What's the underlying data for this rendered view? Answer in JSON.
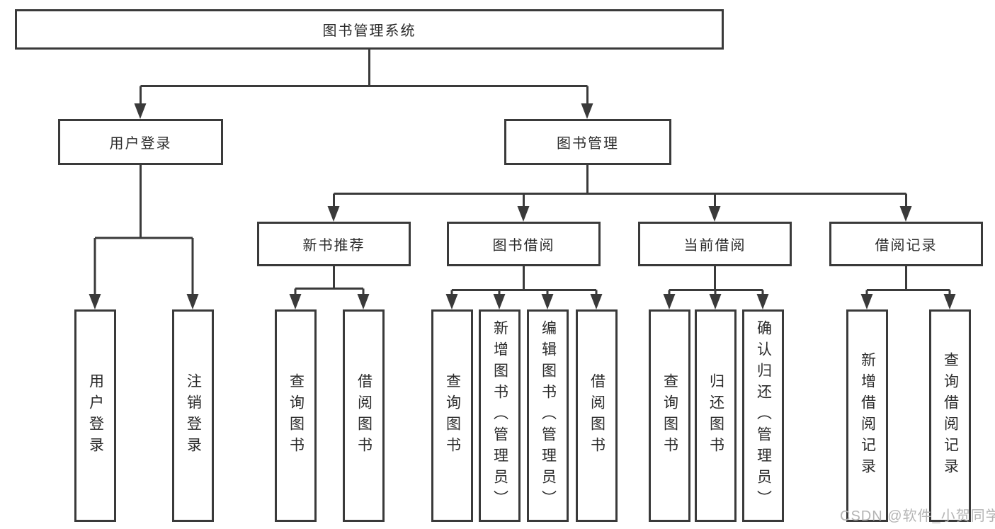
{
  "tree": {
    "root": "图书管理系统",
    "branches": [
      {
        "label": "用户登录",
        "leaves": [
          "用户登录",
          "注销登录"
        ]
      },
      {
        "label": "图书管理",
        "sections": [
          {
            "label": "新书推荐",
            "leaves": [
              "查询图书",
              "借阅图书"
            ]
          },
          {
            "label": "图书借阅",
            "leaves": [
              "查询图书",
              "新增图书（管理员）",
              "编辑图书（管理员）",
              "借阅图书"
            ]
          },
          {
            "label": "当前借阅",
            "leaves": [
              "查询图书",
              "归还图书",
              "确认归还（管理员）"
            ]
          },
          {
            "label": "借阅记录",
            "leaves": [
              "新增借阅记录",
              "查询借阅记录"
            ]
          }
        ]
      }
    ]
  },
  "watermark": "CSDN @软件_小贺同学",
  "colors": {
    "line": "#3a3a3a",
    "text": "#2b2b2b",
    "watermark": "#b4b4b4",
    "background": "#ffffff"
  }
}
